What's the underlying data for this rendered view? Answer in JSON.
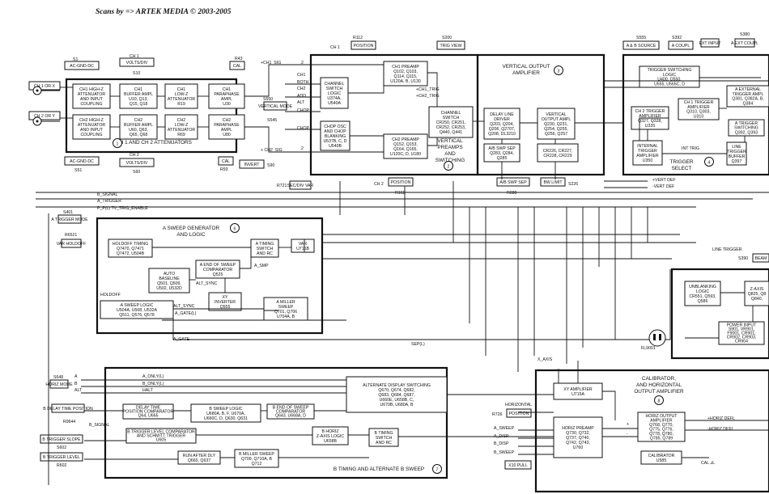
{
  "header": "Scans by => ARTEK MEDIA  © 2003-2005",
  "sections": {
    "ch_atten": "CH 1 AND CH 2 ATTENUATORS",
    "vert_pre": [
      "VERTICAL",
      "PREAMPS",
      "AND",
      "SWITCHING"
    ],
    "vert_out": [
      "VERTICAL OUTPUT",
      "AMPLIFIER"
    ],
    "trig_sel": [
      "TRIGGER",
      "SELECT"
    ],
    "sweep_gen": [
      "A SWEEP GENERATOR",
      "AND LOGIC"
    ],
    "calib": [
      "CALIBRATOR,",
      "AND HORIZONTAL",
      "OUTPUT AMPLIFIER"
    ],
    "b_timing": "B TIMING AND ALTERNATE B SWEEP"
  },
  "nums": [
    "1",
    "2",
    "3",
    "4",
    "6",
    "8",
    "7"
  ],
  "blocks": [
    {
      "id": "ch1_hi",
      "lines": [
        "CH1 HIGH-Z",
        "ATTENUATOR",
        "AND INPUT",
        "COUPLING"
      ]
    },
    {
      "id": "ch1_buf",
      "lines": [
        "CH1",
        "BUFFER AMPL",
        "U10, Q13,",
        "Q15, Q18"
      ]
    },
    {
      "id": "ch1_low",
      "lines": [
        "CH1",
        "LOW-Z",
        "ATTENUATOR",
        "R19"
      ]
    },
    {
      "id": "ch1_para",
      "lines": [
        "CH1",
        "PARAPHASE",
        "AMPL",
        "U30"
      ]
    },
    {
      "id": "ch2_hi",
      "lines": [
        "CH2 HIGH-Z",
        "ATTENUATOR",
        "AND INPUT",
        "COUPLING"
      ]
    },
    {
      "id": "ch2_buf",
      "lines": [
        "CH2",
        "BUFFER AMPL",
        "U60, Q63,",
        "Q65, Q68"
      ]
    },
    {
      "id": "ch2_low",
      "lines": [
        "CH2",
        "LOW-Z",
        "ATTENUATOR",
        "R69"
      ]
    },
    {
      "id": "ch2_para",
      "lines": [
        "CH2",
        "PARAPHASE",
        "AMPL",
        "U80"
      ]
    },
    {
      "id": "chan_sw",
      "lines": [
        "CHANNEL",
        "SWITCH",
        "LOGIC",
        "U374A,",
        "U540A"
      ]
    },
    {
      "id": "chop_osc",
      "lines": [
        "CHOP OSC",
        "AND CHOP",
        "BLANKING",
        "U537B, C, D",
        "U540B"
      ]
    },
    {
      "id": "ch1_pre",
      "lines": [
        "CH1 PREAMP",
        "Q102, Q103,",
        "Q114, Q115,",
        "U120A, B, U130"
      ]
    },
    {
      "id": "ch2_pre",
      "lines": [
        "CH2 PREAMP",
        "Q152, Q153,",
        "Q164, Q165,",
        "U120C, D, U180"
      ]
    },
    {
      "id": "chan_switch",
      "lines": [
        "CHANNEL",
        "SWITCH",
        "CR250, CR251,",
        "CR252, CR253,",
        "Q440, Q441"
      ]
    },
    {
      "id": "delay",
      "lines": [
        "DELAY LINE",
        "DRIVER",
        "Q203, Q204,",
        "Q206, Q2707,",
        "Q208, DL3210"
      ]
    },
    {
      "id": "vout",
      "lines": [
        "VERTICAL",
        "OUTPUT AMPL",
        "Q230, Q231,",
        "Q254, Q255,",
        "Q256, Q257"
      ]
    },
    {
      "id": "ab_swp",
      "lines": [
        "A/B SWP SEP",
        "Q283, Q284,",
        "Q285"
      ]
    },
    {
      "id": "cr226",
      "lines": [
        "CR226, CR227,",
        "CR228, CR229"
      ]
    },
    {
      "id": "trig_sw",
      "lines": [
        "TRIGGER SWITCHING",
        "LOGIC",
        "U400, Q550,",
        "U555, U565C, D"
      ]
    },
    {
      "id": "ch2_trig",
      "lines": [
        "CH 2 TRIGGER",
        "AMPLIFIER",
        "Q327, Q328,",
        "U335"
      ]
    },
    {
      "id": "ch1_trig",
      "lines": [
        "CH 1 TRIGGER",
        "AMPLIFIER",
        "Q310, Q303,",
        "U310"
      ]
    },
    {
      "id": "ext_trig",
      "lines": [
        "A EXTERNAL",
        "TRIGGER AMPL",
        "Q381, Q382A, B,",
        "Q384"
      ]
    },
    {
      "id": "a_trig_sw",
      "lines": [
        "A TRIGGER",
        "SWITCHING",
        "Q392, Q393"
      ]
    },
    {
      "id": "int_trig",
      "lines": [
        "INTERNAL",
        "TRIGGER",
        "AMPLIFIER",
        "U350"
      ]
    },
    {
      "id": "line_buf",
      "lines": [
        "LINE",
        "TRIGGER",
        "BUFFER",
        "Q397"
      ]
    },
    {
      "id": "holdoff",
      "lines": [
        "HOLDOFF TIMING",
        "Q7470, Q7471",
        "Q7472, U504B"
      ]
    },
    {
      "id": "timing_sw",
      "lines": [
        "A TIMING",
        "SWITCH",
        "AND RC"
      ]
    },
    {
      "id": "var",
      "lines": [
        "VAR",
        "U715B"
      ]
    },
    {
      "id": "end_sweep",
      "lines": [
        "A END OF SWEEP",
        "COMPARATOR",
        "Q525"
      ]
    },
    {
      "id": "auto",
      "lines": [
        "AUTO",
        "BASELINE",
        "Q501, Q509,",
        "U502, U532D"
      ]
    },
    {
      "id": "xy_inv",
      "lines": [
        "XY",
        "INVERTER",
        "Q555"
      ]
    },
    {
      "id": "miller",
      "lines": [
        "A MILLER",
        "SWEEP",
        "Q701, Q706",
        "U704A, B"
      ]
    },
    {
      "id": "a_sw_logic",
      "lines": [
        "A SWEEP LOGIC",
        "U504A, U508, U532A",
        "Q511, Q576, Q578"
      ]
    },
    {
      "id": "unblank",
      "lines": [
        "UNBLANKING",
        "LOGIC",
        "CR551, Q593,",
        "Q586"
      ]
    },
    {
      "id": "zaxis",
      "lines": [
        "Z-AXIS",
        "Q825, Q8",
        "Q840,"
      ]
    },
    {
      "id": "power",
      "lines": [
        "POWER INPUT",
        "S901, VR901,",
        "F9001, CR901,",
        "CR902, CR903,",
        "CR904"
      ]
    },
    {
      "id": "alt_disp",
      "lines": [
        "ALTERNATE DISPLAY SWITCHING",
        "Q670, Q674, Q682,",
        "Q683, Q684, Q687,",
        "U660E, U658B, C,",
        "U670B, U680A, B"
      ]
    },
    {
      "id": "delay_time",
      "lines": [
        "DELAY TIME",
        "POSITION COMPARATOR",
        "Q64, U665"
      ]
    },
    {
      "id": "b_sw_logic",
      "lines": [
        "B SWEEP LOGIC",
        "U680A, B, F, U670A,",
        "U660C, D, Q630, Q631"
      ]
    },
    {
      "id": "b_end",
      "lines": [
        "B END OF SWEEP",
        "COMPARATOR",
        "Q643, U668A, D"
      ]
    },
    {
      "id": "b_trig_cmp",
      "lines": [
        "B TRIGGER LEVEL COMPARATOR",
        "AND SCHMITT TRIGGER",
        "U605"
      ]
    },
    {
      "id": "b_horiz",
      "lines": [
        "B HORIZ",
        "Z-AXIS LOGIC",
        "U658B"
      ]
    },
    {
      "id": "b_timing_sw",
      "lines": [
        "B TIMING",
        "SWITCH",
        "AND RC"
      ]
    },
    {
      "id": "run_after",
      "lines": [
        "RUN AFTER DLY",
        "Q660, Q637"
      ]
    },
    {
      "id": "b_miller",
      "lines": [
        "B MILLER SWEEP",
        "Q709, Q710A, B",
        "Q712"
      ]
    },
    {
      "id": "xy_amp",
      "lines": [
        "XY AMPLIFIER",
        "U715A"
      ]
    },
    {
      "id": "h_pre",
      "lines": [
        "HORIZ PREAMP",
        "Q730, Q732,",
        "Q737, Q740,",
        "Q742, Q743,",
        "U760"
      ]
    },
    {
      "id": "h_out",
      "lines": [
        "HORIZ OUTPUT",
        "AMPLIFIER",
        "Q768, Q770,",
        "Q775, Q776,",
        "Q778, Q780,",
        "Q785, Q789"
      ]
    },
    {
      "id": "calib",
      "lines": [
        "CALIBRATOR",
        "U585"
      ]
    }
  ],
  "labels": [
    {
      "id": "ch1orx",
      "text": "CH 1 OR X",
      "boxed": true
    },
    {
      "id": "ch2ory",
      "text": "CH 2 OR Y",
      "boxed": true
    },
    {
      "id": "s1",
      "text": "S1"
    },
    {
      "id": "acgnd1",
      "text": "AC-GND-DC",
      "boxed": true
    },
    {
      "id": "acgnd2",
      "text": "AC-GND-DC",
      "boxed": true
    },
    {
      "id": "s51",
      "text": "S51"
    },
    {
      "id": "ch1lbl",
      "text": "CH 1"
    },
    {
      "id": "vd1",
      "text": "VOLTS/DIV",
      "boxed": true
    },
    {
      "id": "s10",
      "text": "S10"
    },
    {
      "id": "ch2lbl",
      "text": "CH 2"
    },
    {
      "id": "vd2",
      "text": "VOLTS/DIV",
      "boxed": true
    },
    {
      "id": "s60",
      "text": "S60"
    },
    {
      "id": "r43",
      "text": "R43"
    },
    {
      "id": "cal1",
      "text": "CAL",
      "boxed": true
    },
    {
      "id": "cal2",
      "text": "CAL",
      "boxed": true
    },
    {
      "id": "r93",
      "text": "R93"
    },
    {
      "id": "invert",
      "text": "INVERT",
      "boxed": true
    },
    {
      "id": "s90",
      "text": "S90"
    },
    {
      "id": "ch1sig",
      "text": "+CH1_SIG"
    },
    {
      "id": "ch2sig",
      "text": "+ CH2_SIG"
    },
    {
      "id": "r112",
      "text": "R112"
    },
    {
      "id": "ch1pos",
      "text": "CH 1"
    },
    {
      "id": "pos1",
      "text": "POSITION",
      "boxed": true
    },
    {
      "id": "s200",
      "text": "S200"
    },
    {
      "id": "trigview",
      "text": "TRIG VIEW",
      "boxed": true
    },
    {
      "id": "ch1m",
      "text": "CH1"
    },
    {
      "id": "both",
      "text": "BOTH"
    },
    {
      "id": "ch2m",
      "text": "CH2"
    },
    {
      "id": "add",
      "text": "ADD"
    },
    {
      "id": "alt",
      "text": "ALT"
    },
    {
      "id": "chop1",
      "text": "CHOP"
    },
    {
      "id": "chop2",
      "text": "CHOP"
    },
    {
      "id": "s550",
      "text": "S550"
    },
    {
      "id": "vmode",
      "text": "VERTICAL MODE",
      "boxed": true
    },
    {
      "id": "s545",
      "text": "S545"
    },
    {
      "id": "ch1trig",
      "text": "+CH1_TRIG"
    },
    {
      "id": "ch2trig",
      "text": "+CH2_TRIG"
    },
    {
      "id": "ch2pos",
      "text": "CH 2"
    },
    {
      "id": "pos2",
      "text": "POSITION",
      "boxed": true
    },
    {
      "id": "r162",
      "text": "R162"
    },
    {
      "id": "abswp",
      "text": "A/B SWP SEP",
      "boxed": true
    },
    {
      "id": "r280",
      "text": "R280"
    },
    {
      "id": "bwlim",
      "text": "BW LIMIT",
      "boxed": true
    },
    {
      "id": "s226",
      "text": "S226"
    },
    {
      "id": "s555",
      "text": "S555"
    },
    {
      "id": "absrc",
      "text": "A & B SOURCE",
      "boxed": true
    },
    {
      "id": "s392",
      "text": "S392"
    },
    {
      "id": "acoupl",
      "text": "A COUPL",
      "boxed": true
    },
    {
      "id": "extinput",
      "text": "EXT INPUT",
      "boxed": true
    },
    {
      "id": "s380",
      "text": "S380"
    },
    {
      "id": "extcoupl",
      "text": "A EXT COUPL",
      "boxed": true
    },
    {
      "id": "inttrig",
      "text": "INT TRIG"
    },
    {
      "id": "vertdef1",
      "text": "+VERT DEF"
    },
    {
      "id": "vertdef2",
      "text": "-VERT DEF"
    },
    {
      "id": "r721",
      "text": "R721"
    },
    {
      "id": "secdiv",
      "text": "SEC/DIV VAR",
      "boxed": true
    },
    {
      "id": "bsig",
      "text": "B_SIGNAL"
    },
    {
      "id": "atrig",
      "text": "A_TRIGGER"
    },
    {
      "id": "ppl",
      "text": "P_P(L)  TV_TRIG_ENABLE"
    },
    {
      "id": "s401",
      "text": "S401"
    },
    {
      "id": "trigmode",
      "text": "A TRIGGER MODE",
      "boxed": true
    },
    {
      "id": "r6521",
      "text": "R6521"
    },
    {
      "id": "varhold",
      "text": "VAR HOLDOFF",
      "boxed": true
    },
    {
      "id": "holdoff_l",
      "text": "HOLDOFF"
    },
    {
      "id": "asmp",
      "text": "A_SMP"
    },
    {
      "id": "altsync1",
      "text": "ALT_SYNC"
    },
    {
      "id": "altsync2",
      "text": "ALT_SYNC"
    },
    {
      "id": "agate",
      "text": "A_GATE(L)"
    },
    {
      "id": "agate2",
      "text": "A_GATE"
    },
    {
      "id": "linetrig",
      "text": "LINE TRIGGER"
    },
    {
      "id": "s390",
      "text": "S390"
    },
    {
      "id": "beam",
      "text": "BEAM",
      "boxed": true
    },
    {
      "id": "sepl",
      "text": "SEP(L)"
    },
    {
      "id": "fl9001",
      "text": "FL9001"
    },
    {
      "id": "xaxis",
      "text": "X_AXIS"
    },
    {
      "id": "s648",
      "text": "S648"
    },
    {
      "id": "horizmode",
      "text": "HORIZ MODE",
      "boxed": true
    },
    {
      "id": "ma",
      "text": "A"
    },
    {
      "id": "mb",
      "text": "B"
    },
    {
      "id": "malt",
      "text": "ALT"
    },
    {
      "id": "aonly",
      "text": "A_ONLY(L)"
    },
    {
      "id": "bonly",
      "text": "B_ONLY(L)"
    },
    {
      "id": "halt",
      "text": "HALT"
    },
    {
      "id": "bdelay",
      "text": "B DELAY TIME POSITION",
      "boxed": true
    },
    {
      "id": "r9644",
      "text": "R9644"
    },
    {
      "id": "bsig2",
      "text": "B_SIGNAL"
    },
    {
      "id": "btrigslope",
      "text": "B TRIGGER SLOPE",
      "boxed": true
    },
    {
      "id": "s602",
      "text": "S602"
    },
    {
      "id": "btriglevel",
      "text": "B TRIGGER LEVEL",
      "boxed": true
    },
    {
      "id": "r602",
      "text": "R602"
    },
    {
      "id": "horizontal",
      "text": "HORIZONTAL"
    },
    {
      "id": "r726",
      "text": "R726"
    },
    {
      "id": "hpos",
      "text": "POSITION",
      "boxed": true
    },
    {
      "id": "asweep",
      "text": "A_SWEEP"
    },
    {
      "id": "adisp",
      "text": "A_DISP"
    },
    {
      "id": "bdisp",
      "text": "B_DISP"
    },
    {
      "id": "bsweep",
      "text": "B_SWEEP"
    },
    {
      "id": "x10pull",
      "text": "X10 PULL",
      "boxed": true
    },
    {
      "id": "plus",
      "text": "+"
    },
    {
      "id": "minus",
      "text": "-"
    },
    {
      "id": "phd",
      "text": "+HORIZ DEFL"
    },
    {
      "id": "mhd",
      "text": "-HORIZ DEFL"
    },
    {
      "id": "calsig",
      "text": "CAL ⅃L"
    },
    {
      "id": "n2a",
      "text": "2"
    },
    {
      "id": "n2b",
      "text": "2"
    }
  ]
}
